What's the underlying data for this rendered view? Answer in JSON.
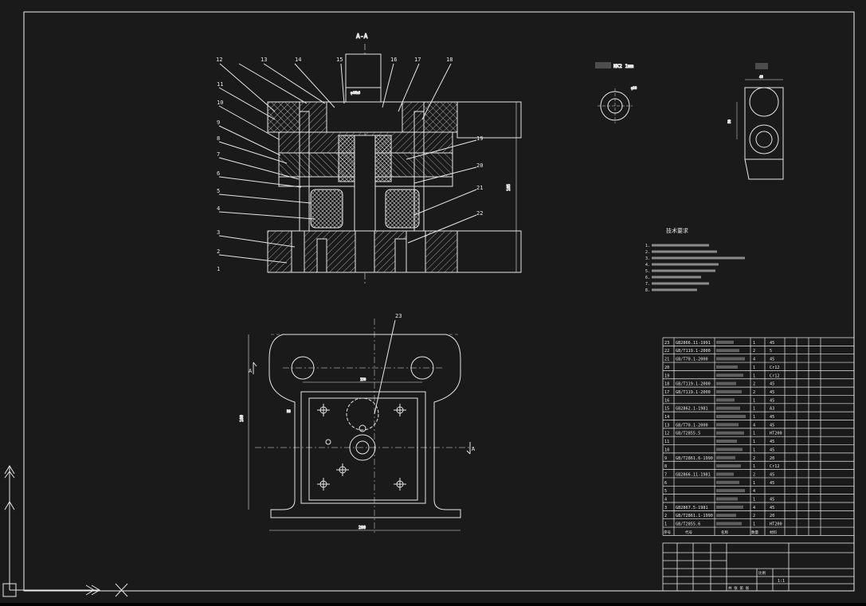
{
  "section_label": "A-A",
  "scale_note": "NK2 1mm",
  "detail_note": "",
  "tech_req": {
    "title": "技术要求",
    "lines": [
      "1.",
      "2.",
      "3.",
      "4.",
      "5.",
      "6.",
      "7.",
      "8."
    ]
  },
  "callouts": [
    "1",
    "2",
    "3",
    "4",
    "5",
    "6",
    "7",
    "8",
    "9",
    "10",
    "11",
    "12",
    "13",
    "14",
    "15",
    "16",
    "17",
    "18",
    "19",
    "20",
    "21",
    "22",
    "23"
  ],
  "plan_marks": {
    "left_a": "A",
    "right_a": "A"
  },
  "bom": {
    "rows": [
      {
        "no": "23",
        "code": "GB2866.11-1991",
        "qty": "1",
        "mat": "45"
      },
      {
        "no": "22",
        "code": "GB/T119.1-2000",
        "qty": "2",
        "mat": "5"
      },
      {
        "no": "21",
        "code": "GB/T70.1-2000",
        "qty": "4",
        "mat": "45"
      },
      {
        "no": "20",
        "code": "",
        "qty": "1",
        "mat": "Cr12"
      },
      {
        "no": "19",
        "code": "",
        "qty": "1",
        "mat": "Cr12"
      },
      {
        "no": "18",
        "code": "GB/T119.1-2000",
        "qty": "2",
        "mat": "45"
      },
      {
        "no": "17",
        "code": "GB/T119.1-2000",
        "qty": "2",
        "mat": "45"
      },
      {
        "no": "16",
        "code": "",
        "qty": "1",
        "mat": "45"
      },
      {
        "no": "15",
        "code": "GB2862.1-1981",
        "qty": "1",
        "mat": "A3"
      },
      {
        "no": "14",
        "code": "",
        "qty": "1",
        "mat": "45"
      },
      {
        "no": "13",
        "code": "GB/T70.1-2000",
        "qty": "4",
        "mat": "45"
      },
      {
        "no": "12",
        "code": "GB/T2855.5",
        "qty": "1",
        "mat": "HT200"
      },
      {
        "no": "11",
        "code": "",
        "qty": "1",
        "mat": "45"
      },
      {
        "no": "10",
        "code": "",
        "qty": "1",
        "mat": "45"
      },
      {
        "no": "9",
        "code": "GB/T2861.6-1990",
        "qty": "2",
        "mat": "20"
      },
      {
        "no": "8",
        "code": "",
        "qty": "1",
        "mat": "Cr12"
      },
      {
        "no": "7",
        "code": "GB2866.11-1981",
        "qty": "2",
        "mat": "45"
      },
      {
        "no": "6",
        "code": "",
        "qty": "1",
        "mat": "45"
      },
      {
        "no": "5",
        "code": "",
        "qty": "4",
        "mat": ""
      },
      {
        "no": "4",
        "code": "",
        "qty": "1",
        "mat": "45"
      },
      {
        "no": "3",
        "code": "GB2867.5-1981",
        "qty": "4",
        "mat": "45"
      },
      {
        "no": "2",
        "code": "GB/T2861.1-1990",
        "qty": "2",
        "mat": "20"
      },
      {
        "no": "1",
        "code": "GB/T2855.6",
        "qty": "1",
        "mat": "HT200"
      }
    ],
    "header": {
      "no": "序号",
      "code": "代号",
      "name": "名称",
      "qty": "数量",
      "mat": "材料"
    }
  },
  "titleblock": {
    "scale_label": "比例",
    "scale_value": "1:1",
    "sheet": "共 张 第 张"
  }
}
